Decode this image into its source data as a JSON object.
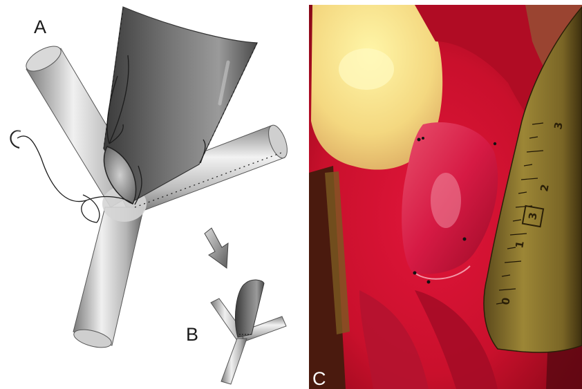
{
  "panels": {
    "a_label": "A",
    "b_label": "B",
    "c_label": "C"
  },
  "ruler": {
    "numbers": [
      "3",
      "2",
      "1",
      "0"
    ],
    "boxed_number": "3"
  }
}
